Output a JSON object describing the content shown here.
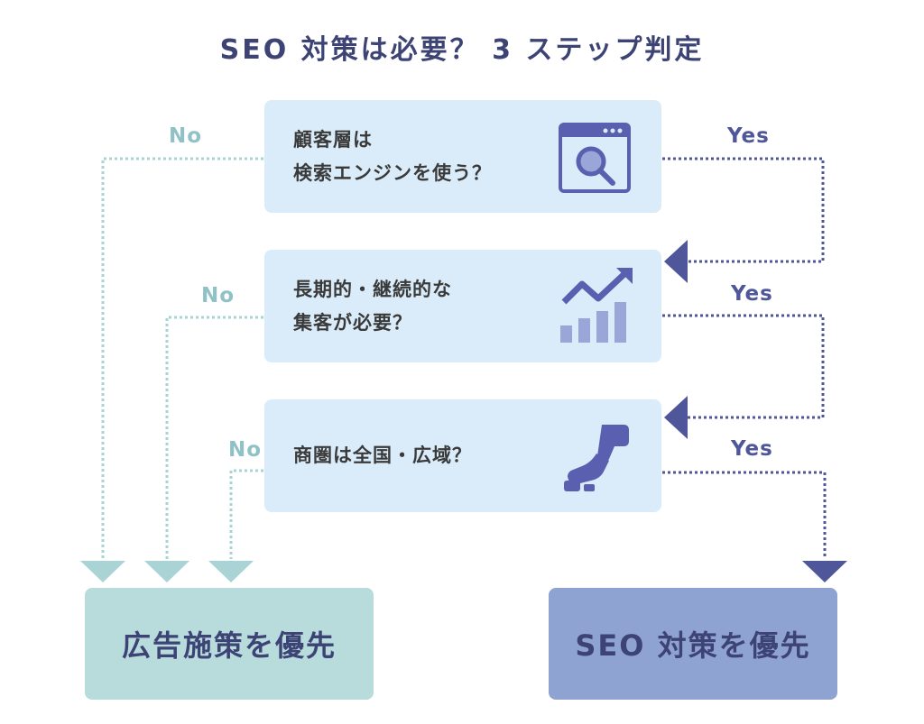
{
  "title": "SEO 対策は必要？ 3 ステップ判定",
  "questions": [
    {
      "text": "顧客層は\n検索エンジンを使う？",
      "icon": "search-window-icon"
    },
    {
      "text": "長期的・継続的な\n集客が必要？",
      "icon": "growth-chart-icon"
    },
    {
      "text": "商圏は全国・広域？",
      "icon": "japan-map-icon"
    }
  ],
  "labels": {
    "no": "No",
    "yes": "Yes"
  },
  "results": {
    "ads": "広告施策を優先",
    "seo": "SEO 対策を優先"
  },
  "colors": {
    "title": "#3d4475",
    "question_bg": "#daecf9",
    "no_line": "#a9d3d5",
    "yes_line": "#4f5699",
    "ads_bg": "#b8dbdc",
    "seo_bg": "#8fa3d3",
    "icon": "#5a5fb0"
  }
}
